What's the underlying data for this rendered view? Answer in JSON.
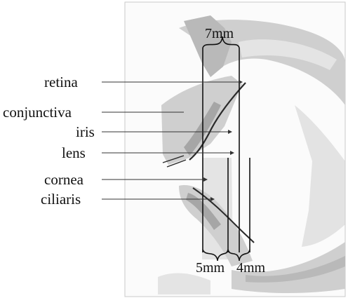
{
  "labels": {
    "retina": "retina",
    "conjunctiva": "conjunctiva",
    "iris": "iris",
    "lens": "lens",
    "cornea": "cornea",
    "ciliaris": "ciliaris"
  },
  "dimensions": {
    "top": "7mm",
    "bottom_left": "5mm",
    "bottom_right": "4mm"
  }
}
